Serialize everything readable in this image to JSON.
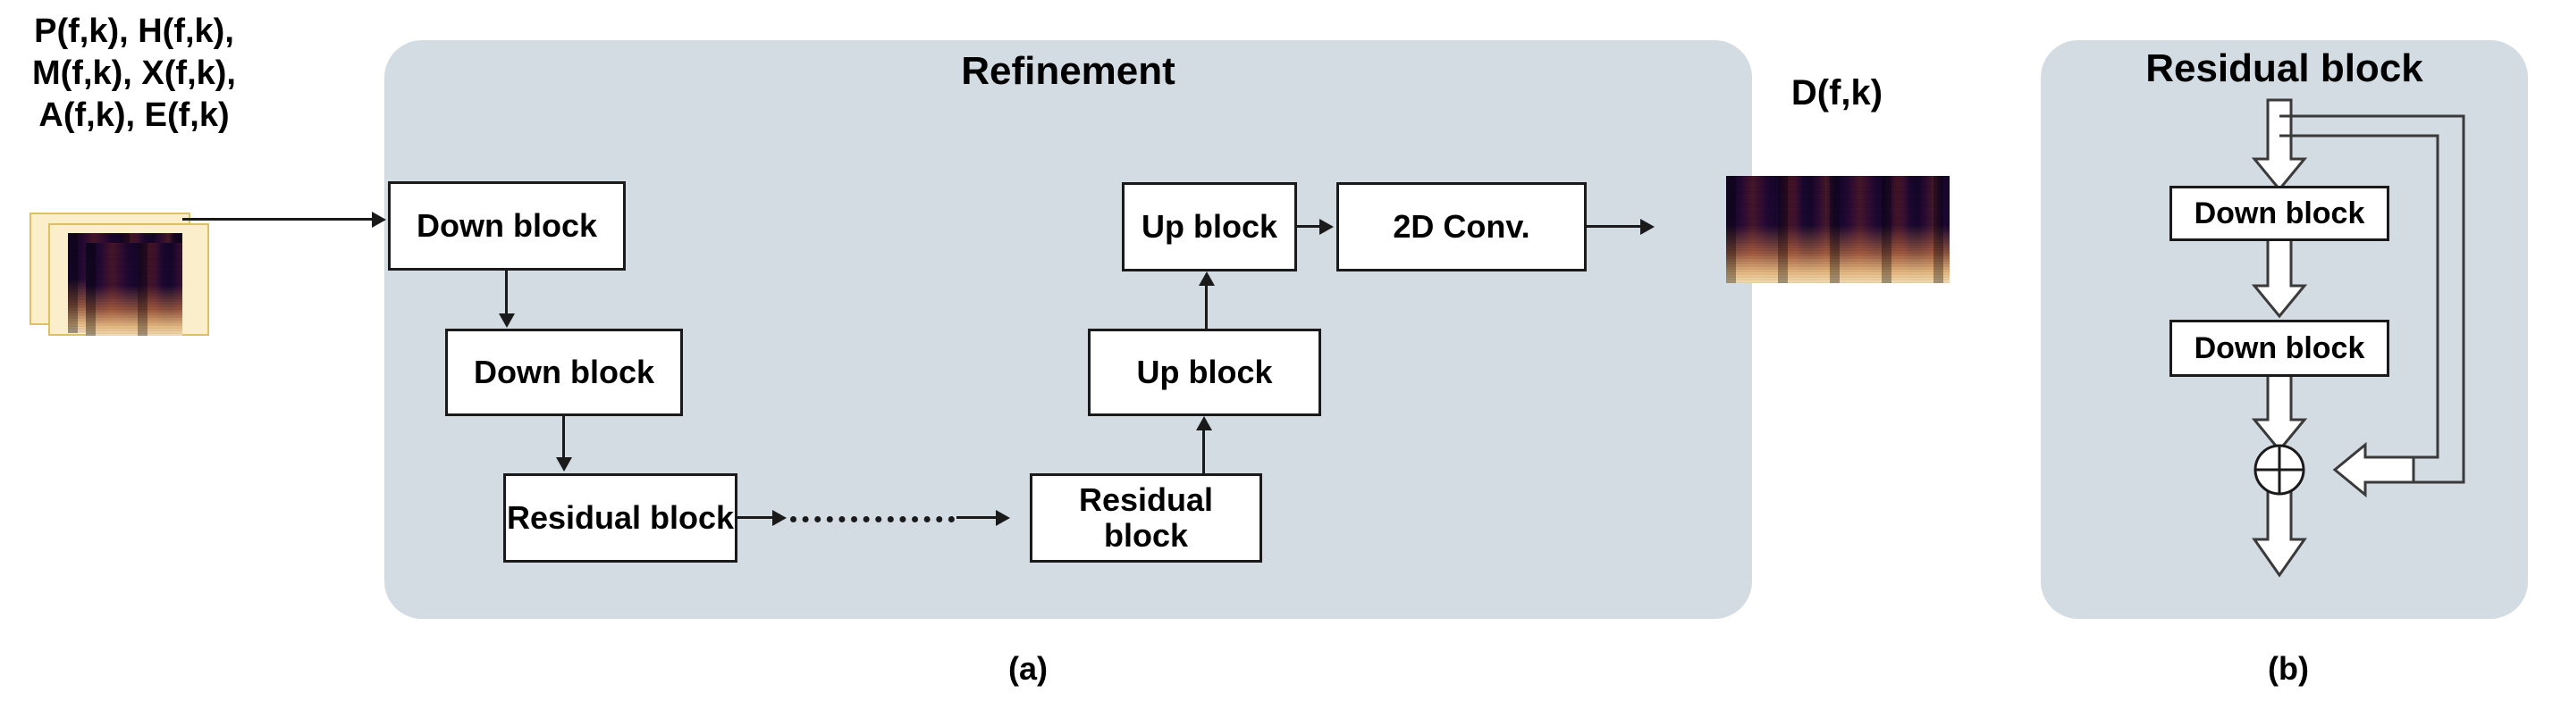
{
  "figure": {
    "panels": [
      {
        "id": "a",
        "title": "Refinement",
        "caption": "(a)",
        "input_label": [
          "P(f,k), H(f,k),",
          "M(f,k), X(f,k),",
          "A(f,k), E(f,k)"
        ],
        "output_label": "D(f,k)",
        "blocks": [
          {
            "name": "down-block-1",
            "label": "Down block"
          },
          {
            "name": "down-block-2",
            "label": "Down block"
          },
          {
            "name": "residual-block-left",
            "label": "Residual block"
          },
          {
            "name": "residual-block-right",
            "label": "Residual block"
          },
          {
            "name": "up-block-lower",
            "label": "Up block"
          },
          {
            "name": "up-block-upper",
            "label": "Up block"
          },
          {
            "name": "conv-block",
            "label": "2D Conv."
          }
        ]
      },
      {
        "id": "b",
        "title": "Residual block",
        "caption": "(b)",
        "blocks": [
          {
            "name": "down-block-1",
            "label": "Down block"
          },
          {
            "name": "down-block-2",
            "label": "Down block"
          }
        ],
        "sum_node": "⊕"
      }
    ],
    "colors": {
      "panel_background": "#d3dbe3",
      "box_fill": "#ffffff",
      "box_border": "#1a1a1a",
      "connector": "#1a1a1a",
      "card_fill": "#faeecb",
      "card_border": "#dfbf62",
      "page_background": "#ffffff"
    }
  }
}
